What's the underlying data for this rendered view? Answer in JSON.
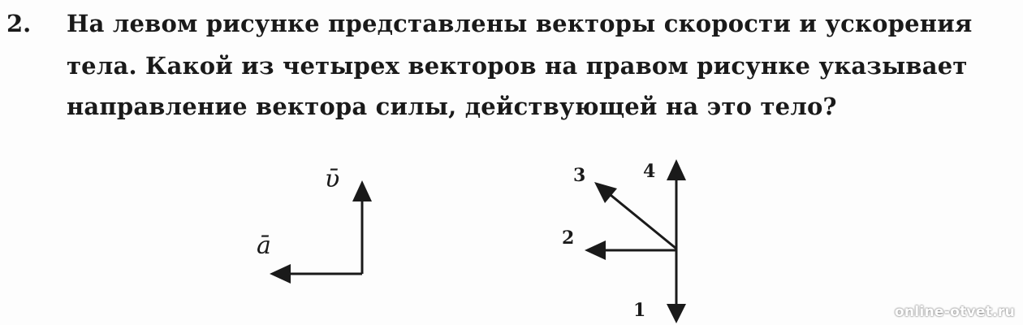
{
  "question": {
    "number": "2.",
    "lines": [
      "На левом рисунке представлены векторы скорости и ускорения",
      "тела. Какой из четырех векторов на правом рисунке указывает",
      "направление вектора силы, действующей на это тело?"
    ]
  },
  "left_figure": {
    "velocity_label": "ῡ",
    "acceleration_label": "ā"
  },
  "right_figure": {
    "arrow_labels": [
      "1",
      "2",
      "3",
      "4"
    ]
  },
  "watermark": "online-otvet.ru",
  "colors": {
    "ink": "#1a1a1a",
    "background": "#fdfdfd"
  }
}
